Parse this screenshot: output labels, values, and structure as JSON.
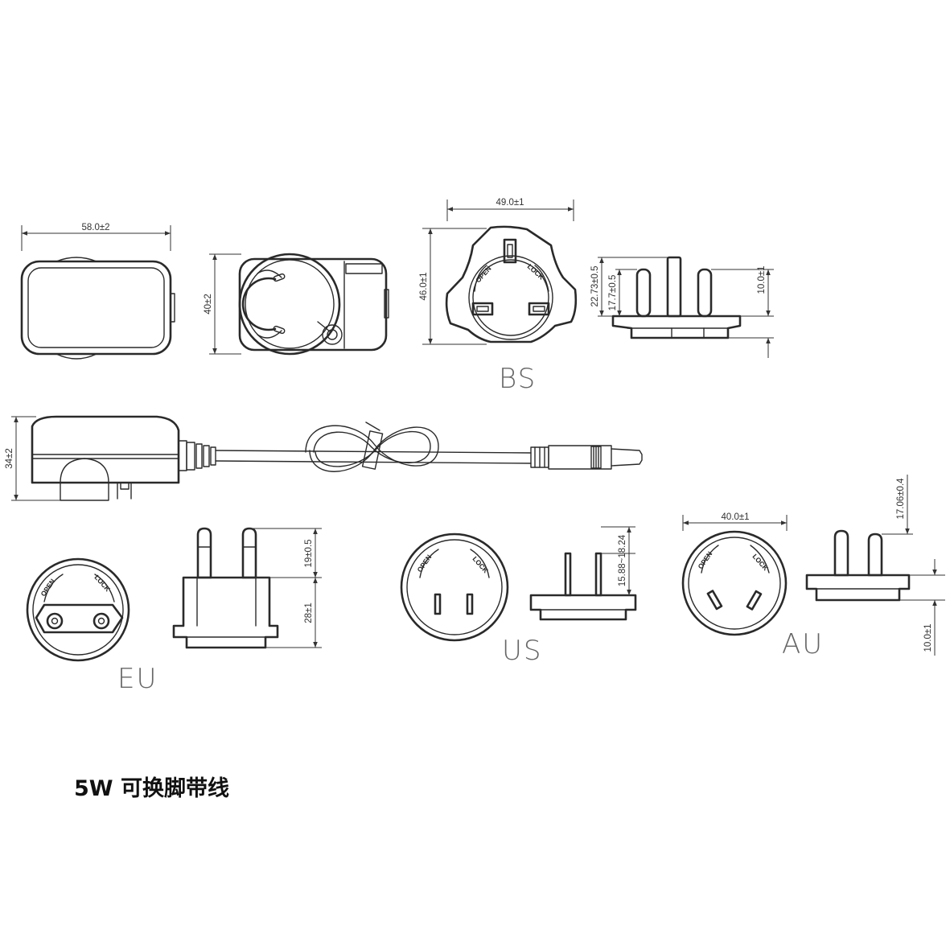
{
  "caption": "5W 可换脚带线",
  "dimensions": {
    "main_width": "58.0±2",
    "main_height": "40±2",
    "side_height": "34±2",
    "bs_width": "49.0±1",
    "bs_height": "46.0±1",
    "bs_pin_long": "22.73±0.5",
    "bs_pin_short": "17.7±0.5",
    "bs_base": "10.0±1",
    "eu_pin": "19±0.5",
    "eu_base": "28±1",
    "us_pin": "15.88~18.24",
    "au_width": "40.0±1",
    "au_pin": "17.06±0.4",
    "au_base": "10.0±1"
  },
  "labels": {
    "bs": "BS",
    "eu": "EU",
    "us": "US",
    "au": "AU",
    "open": "OPEN",
    "lock": "LOCK"
  }
}
